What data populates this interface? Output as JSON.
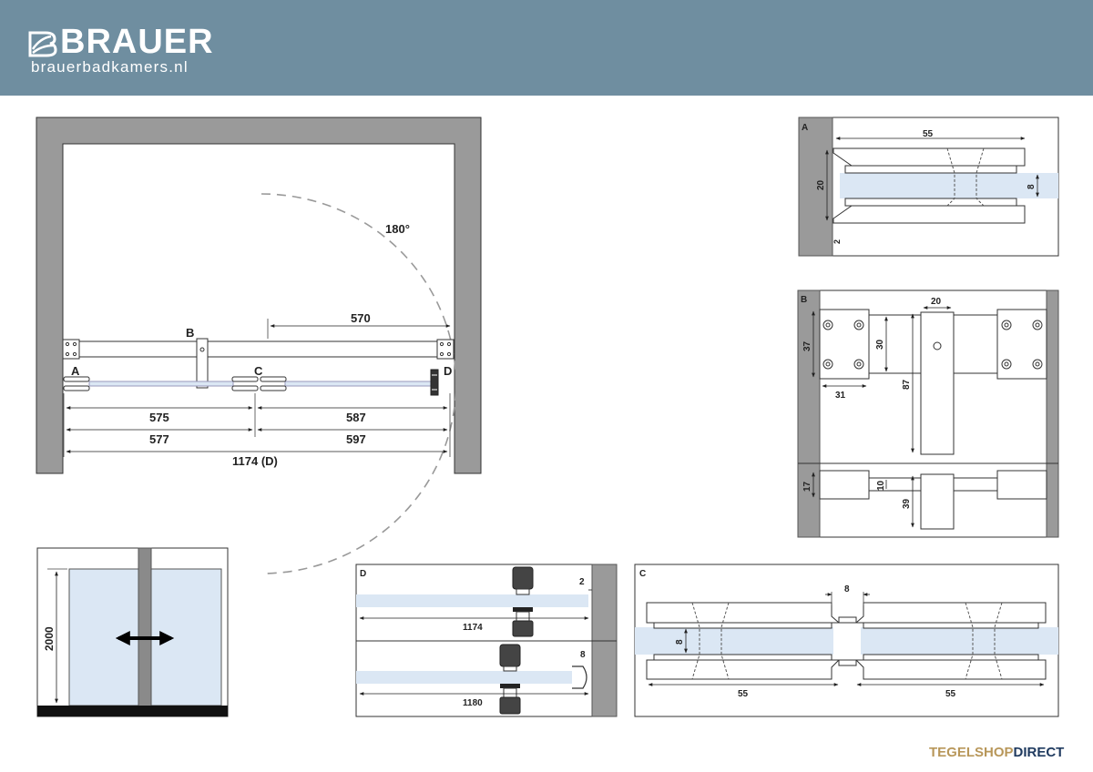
{
  "header": {
    "brand": "BRAUER",
    "website": "brauerbadkamers.nl",
    "background_color": "#6f8ea0"
  },
  "plan": {
    "angle_label": "180°",
    "dim_top": "570",
    "dim_row1_left": "575",
    "dim_row1_right": "587",
    "dim_row2_left": "577",
    "dim_row2_right": "597",
    "dim_total": "1174 (D)",
    "label_a": "A",
    "label_b": "B",
    "label_c": "C",
    "label_d": "D"
  },
  "elevation": {
    "height_label": "2000"
  },
  "detail_a": {
    "label": "A",
    "dim_width": "55",
    "dim_height": "20",
    "dim_glass": "8",
    "dim_gap": "2"
  },
  "detail_b": {
    "label": "B",
    "dim_37": "37",
    "dim_20": "20",
    "dim_30": "30",
    "dim_87": "87",
    "dim_31": "31",
    "dim_17": "17",
    "dim_10": "10",
    "dim_39": "39"
  },
  "detail_d": {
    "label": "D",
    "dim_gap": "2",
    "dim_len1": "1174",
    "dim_u": "8",
    "dim_len2": "1180"
  },
  "detail_c": {
    "label": "C",
    "dim_gap": "8",
    "dim_glass": "8",
    "dim_left": "55",
    "dim_right": "55"
  },
  "footer": {
    "logo_part1": "TEGELSHOP",
    "logo_part2": "DIRECT",
    "color_part1": "#b8975a",
    "color_part2": "#1f3a5f"
  },
  "colors": {
    "wall": "#9a9a9a",
    "glass": "#dbe7f4",
    "line": "#222222"
  }
}
